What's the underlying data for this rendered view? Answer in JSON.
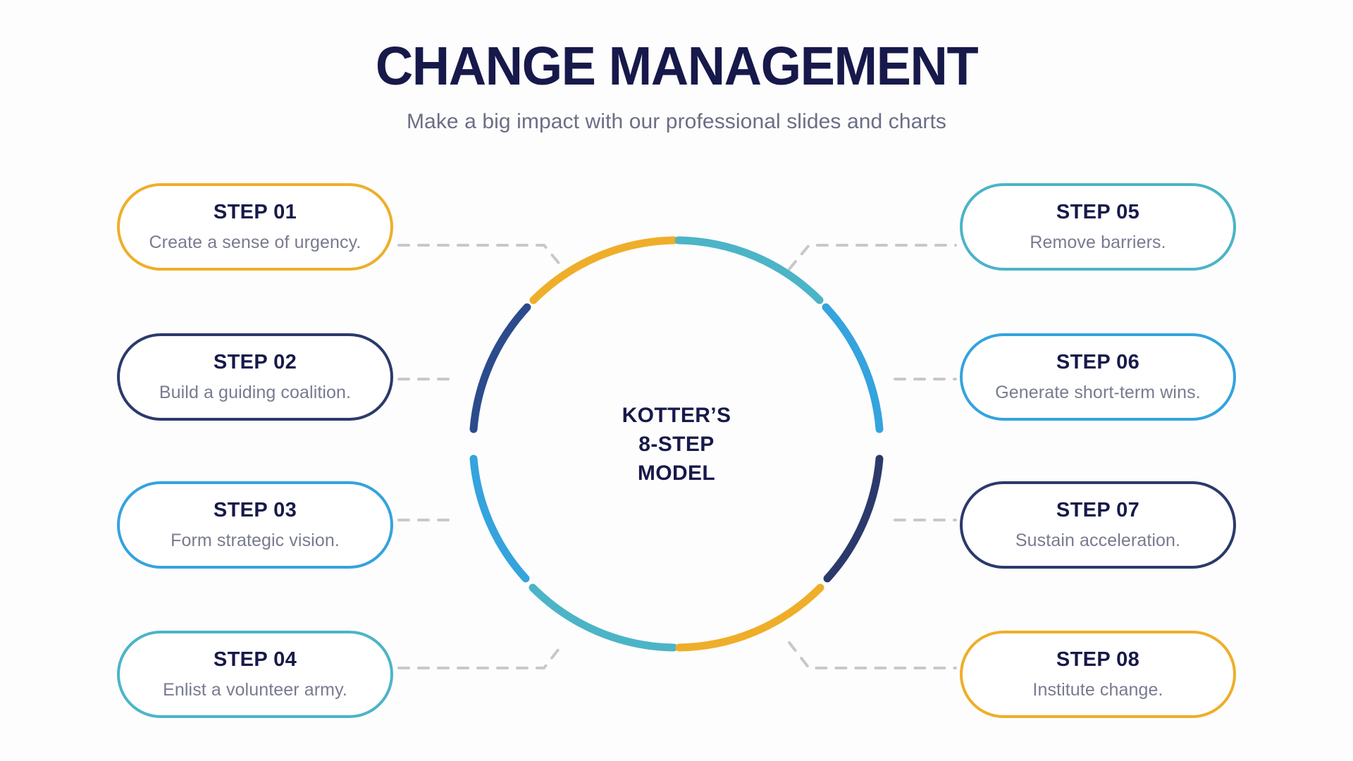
{
  "header": {
    "title": "CHANGE MANAGEMENT",
    "subtitle": "Make a big impact with our professional slides and charts"
  },
  "center": {
    "line1": "KOTTER’S",
    "line2": "8-STEP",
    "line3": "MODEL"
  },
  "colors": {
    "navy_text": "#17194a",
    "body_text": "#787b8f",
    "subtitle_text": "#6b6e85",
    "yellow": "#efae29",
    "dark_blue": "#2b4b8c",
    "sky_blue": "#34a3de",
    "teal": "#4cb4c7",
    "dashed_gray": "#c8c8cc",
    "background": "#fdfdfd"
  },
  "steps": [
    {
      "id": "step-01",
      "label": "STEP 01",
      "description": "Create a sense of urgency.",
      "color": "#efae29",
      "side": "left",
      "row": 1
    },
    {
      "id": "step-02",
      "label": "STEP 02",
      "description": "Build a guiding coalition.",
      "color": "#2b3a6b",
      "side": "left",
      "row": 2
    },
    {
      "id": "step-03",
      "label": "STEP 03",
      "description": "Form strategic vision.",
      "color": "#34a3de",
      "side": "left",
      "row": 3
    },
    {
      "id": "step-04",
      "label": "STEP 04",
      "description": "Enlist a volunteer army.",
      "color": "#4cb4c7",
      "side": "left",
      "row": 4
    },
    {
      "id": "step-05",
      "label": "STEP 05",
      "description": "Remove barriers.",
      "color": "#4cb4c7",
      "side": "right",
      "row": 1
    },
    {
      "id": "step-06",
      "label": "STEP 06",
      "description": "Generate short-term wins.",
      "color": "#34a3de",
      "side": "right",
      "row": 2
    },
    {
      "id": "step-07",
      "label": "STEP 07",
      "description": "Sustain acceleration.",
      "color": "#2b3a6b",
      "side": "right",
      "row": 3
    },
    {
      "id": "step-08",
      "label": "STEP 08",
      "description": "Institute change.",
      "color": "#efae29",
      "side": "right",
      "row": 4
    }
  ],
  "ring": {
    "segments": [
      {
        "name": "arc-step-01",
        "color": "#efae29",
        "start_deg": 272,
        "end_deg": 316
      },
      {
        "name": "arc-step-02",
        "color": "#2b4b8c",
        "start_deg": 320,
        "end_deg": 356
      },
      {
        "name": "arc-step-03",
        "color": "#34a3de",
        "start_deg": 4,
        "end_deg": 41
      },
      {
        "name": "arc-step-04",
        "color": "#4cb4c7",
        "start_deg": 45,
        "end_deg": 86
      },
      {
        "name": "arc-step-05",
        "color": "#4cb4c7",
        "start_deg": 274,
        "end_deg": 228
      },
      {
        "name": "arc-step-06",
        "color": "#34a3de",
        "start_deg": 224,
        "end_deg": 184
      },
      {
        "name": "arc-step-07",
        "color": "#2b3a6b",
        "start_deg": 180,
        "end_deg": 139
      },
      {
        "name": "arc-step-08",
        "color": "#efae29",
        "start_deg": 135,
        "end_deg": 94
      }
    ]
  }
}
